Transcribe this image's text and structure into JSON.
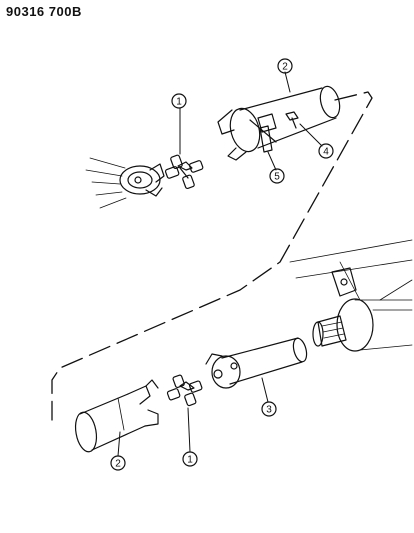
{
  "page_code": "90316  700B",
  "callouts": [
    {
      "id": "c1-top",
      "label": "1"
    },
    {
      "id": "c2-top",
      "label": "2"
    },
    {
      "id": "c4",
      "label": "4"
    },
    {
      "id": "c5",
      "label": "5"
    },
    {
      "id": "c3",
      "label": "3"
    },
    {
      "id": "c1-bottom",
      "label": "1"
    },
    {
      "id": "c2-bottom",
      "label": "2"
    }
  ],
  "colors": {
    "ink": "#111111",
    "paper": "#ffffff"
  }
}
